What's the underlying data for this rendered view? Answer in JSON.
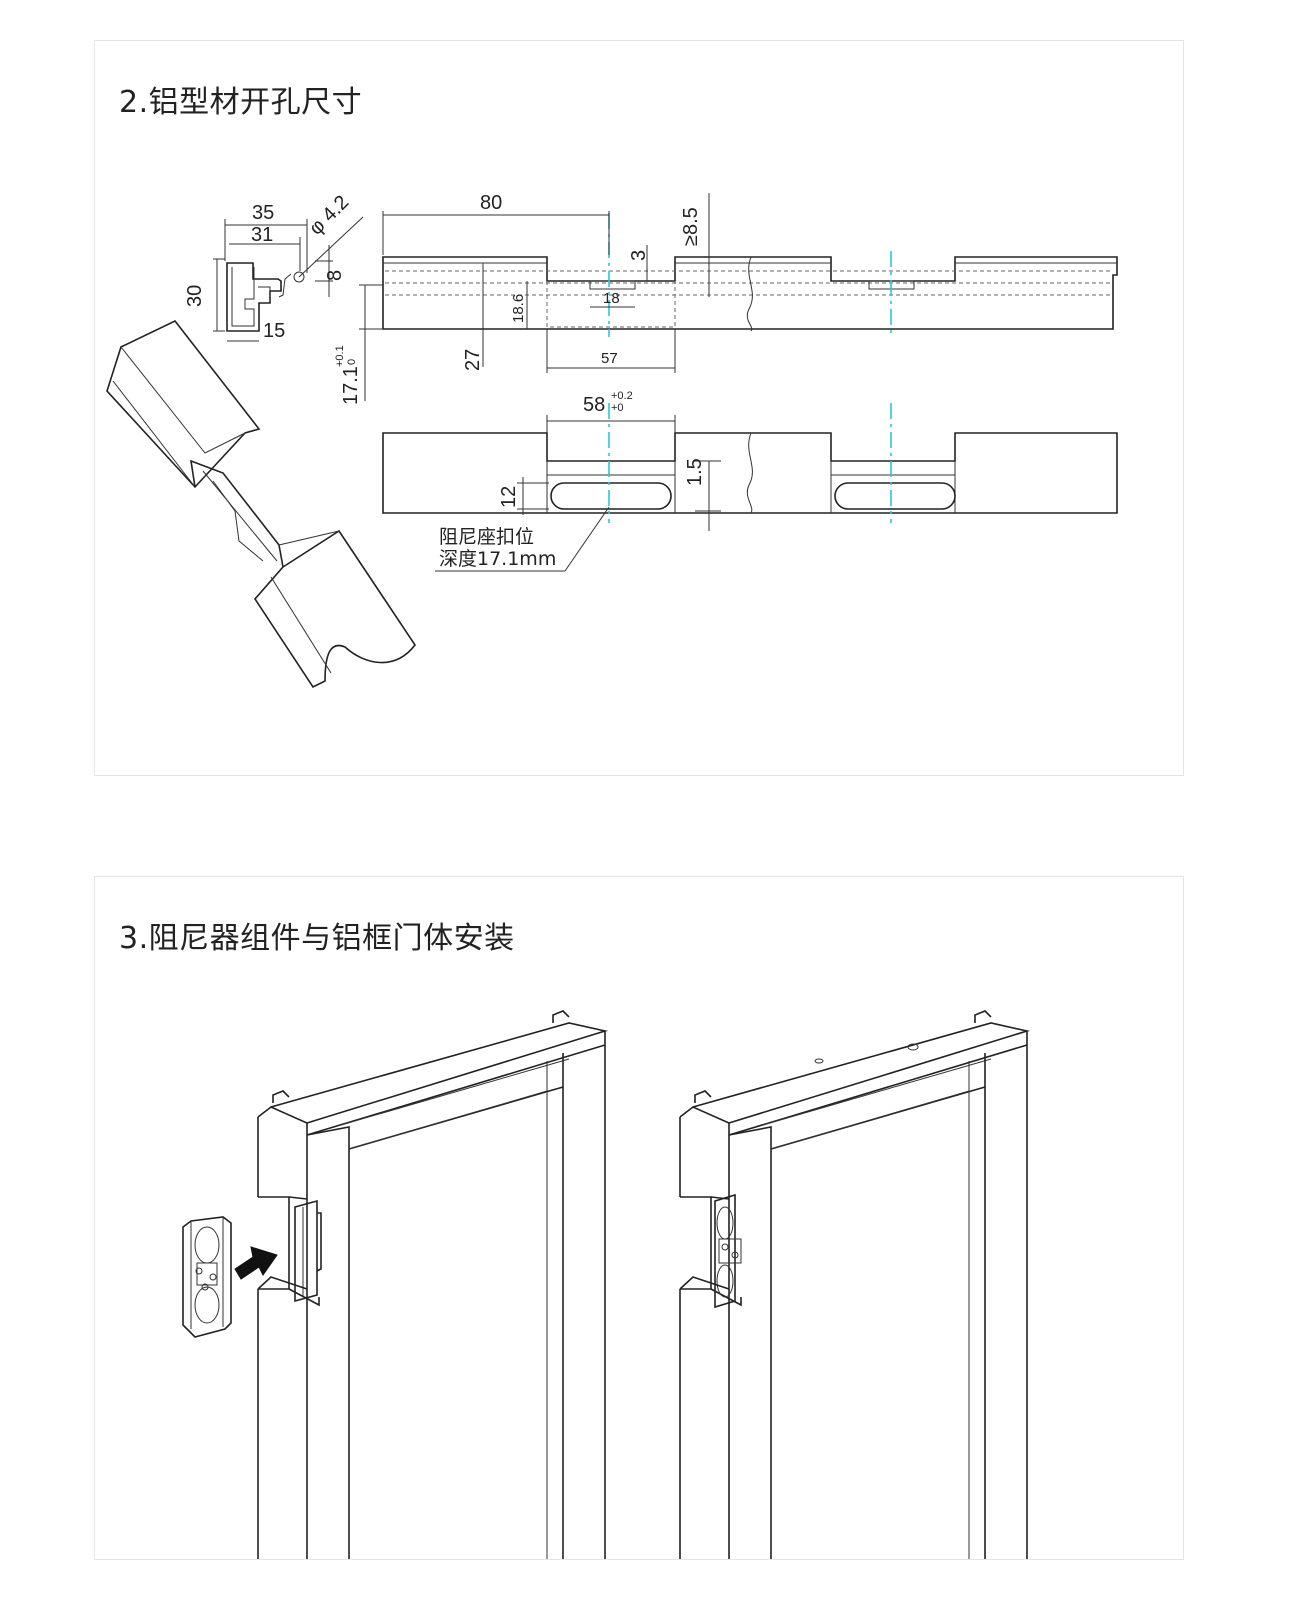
{
  "section2": {
    "title": "2.铝型材开孔尺寸",
    "dims": {
      "w35": "35",
      "w31": "31",
      "d42": "φ 4.2",
      "h8": "8",
      "h30": "30",
      "w15": "15",
      "w80": "80",
      "h85": "≥8.5",
      "h3": "3",
      "h186": "18.6",
      "w18": "18",
      "h27": "27",
      "w57": "57",
      "h171_base": "17.1",
      "h171_tol_up": "+0.1",
      "h171_tol_dn": "0",
      "w58_base": "58",
      "w58_tol_up": "+0.2",
      "w58_tol_dn": "+0",
      "h15": "1.5",
      "h12": "12"
    },
    "note_line1": "阻尼座扣位",
    "note_line2": "深度17.1mm"
  },
  "section3": {
    "title": "3.阻尼器组件与铝框门体安装"
  },
  "colors": {
    "centerline": "#29c7de",
    "line": "#222222",
    "border": "#e6e6e6"
  }
}
